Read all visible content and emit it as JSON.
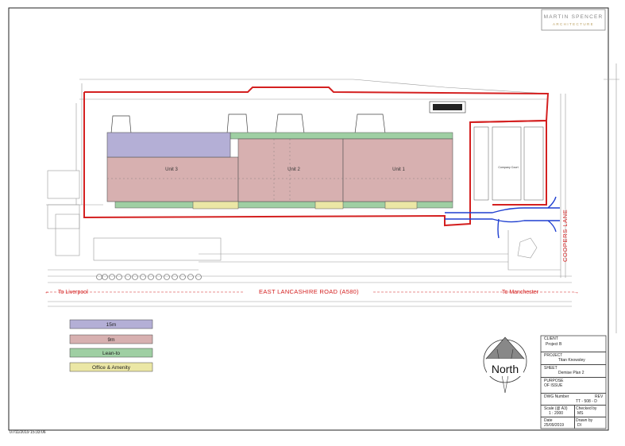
{
  "logo": {
    "line1": "MARTIN SPENCER",
    "line2": "ARCHITECTURE"
  },
  "plan": {
    "units": [
      "Unit 3",
      "Unit 2",
      "Unit 1"
    ],
    "car_park_label": "Company Court",
    "road_name": "EAST LANCASHIRE ROAD (A580)",
    "to_left": "To Liverpool",
    "to_right": "To Manchester",
    "lane": "COOPERS LANE"
  },
  "legend": [
    {
      "label": "15m",
      "color": "#b4afd6"
    },
    {
      "label": "9m",
      "color": "#d7b0b0"
    },
    {
      "label": "Lean-to",
      "color": "#9fcfa3"
    },
    {
      "label": "Office & Amenity",
      "color": "#ebe7a5"
    }
  ],
  "north": {
    "label": "North"
  },
  "title_block": {
    "client_label": "CLIENT",
    "client": "Project B",
    "project_label": "PROJECT",
    "project": "Titan Knowsley",
    "sheet_label": "SHEET",
    "sheet": "Demise Plan 2",
    "purpose_label": "PURPOSE OF ISSUE",
    "dwg_label": "DWG Number",
    "rev_label": "REV",
    "dwg": "TT - 508 - D",
    "scale_label": "Scale (@ A3)",
    "scale": "1 : 2000",
    "checked_label": "Checked by",
    "checked": "MS",
    "date_label": "Date",
    "date": "25/09/2019",
    "drawn_label": "Drawn by",
    "drawn": "DI"
  },
  "timestamp": "07/11/2019 15:33:06"
}
